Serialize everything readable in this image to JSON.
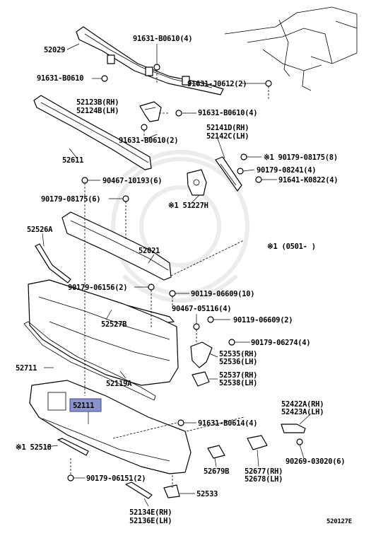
{
  "diagram_id": "520127E",
  "note_text": "※1 (0501-      )",
  "highlighted_part": "52111",
  "labels": {
    "l52029": "52029",
    "l91631_b0610_4a": "91631-B0610(4)",
    "l91631_b0610": "91631-B0610",
    "l91631_j0612_2": "91631-J0612(2)",
    "l52123b": "52123B(RH)",
    "l52124b": "52124B(LH)",
    "l91631_b0610_4b": "91631-B0610(4)",
    "l91631_b0610_2": "91631-B0610(2)",
    "l52611": "52611",
    "l52141d": "52141D(RH)",
    "l52142c": "52142C(LH)",
    "l90179_08175_8": "※1 90179-08175(8)",
    "l90179_08241_4": "90179-08241(4)",
    "l91641_k0822_4": "91641-K0822(4)",
    "l90467_10193_6": "90467-10193(6)",
    "l90179_08175_6": "90179-08175(6)",
    "l51227h": "※1 51227H",
    "l52526a": "52526A",
    "l52021": "52021",
    "l90179_06156_2": "90179-06156(2)",
    "l90119_06609_10": "90119-06609(10)",
    "l90467_05116_4": "90467-05116(4)",
    "l90119_06609_2": "90119-06609(2)",
    "l52527b": "52527B",
    "l90179_06274_4": "90179-06274(4)",
    "l52535": "52535(RH)",
    "l52536": "52536(LH)",
    "l52711": "52711",
    "l52119a": "52119A",
    "l52537": "52537(RH)",
    "l52538": "52538(LH)",
    "l52111": "52111",
    "l52422a": "52422A(RH)",
    "l52423a": "52423A(LH)",
    "l91631_b0614_4": "91631-B0614(4)",
    "l52518": "※1 52518",
    "l90269_03020_6": "90269-03020(6)",
    "l90179_06151_2": "90179-06151(2)",
    "l52679b": "52679B",
    "l52677": "52677(RH)",
    "l52678": "52678(LH)",
    "l52533": "52533",
    "l52134e": "52134E(RH)",
    "l52136e": "52136E(LH)"
  }
}
